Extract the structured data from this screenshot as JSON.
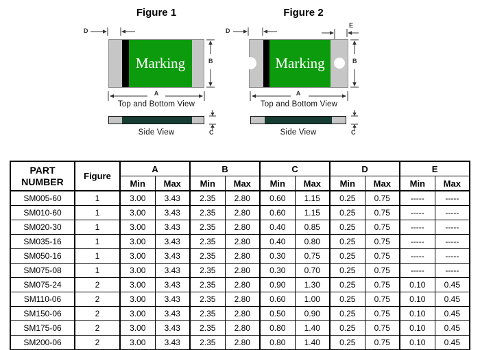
{
  "figures": [
    {
      "title": "Figure 1",
      "marking": "Marking",
      "top_view_label": "Top and Bottom View",
      "side_view_label": "Side View",
      "dim_labels": {
        "a": "A",
        "b": "B",
        "c": "C",
        "d": "D"
      }
    },
    {
      "title": "Figure 2",
      "marking": "Marking",
      "top_view_label": "Top and Bottom View",
      "side_view_label": "Side View",
      "dim_labels": {
        "a": "A",
        "b": "B",
        "c": "C",
        "d": "D",
        "e": "E"
      }
    }
  ],
  "colors": {
    "body_green": "#0c9b0c",
    "cap_gray": "#c6c6c6",
    "stripe_black": "#000000",
    "side_view_dark": "#173d33",
    "table_border": "#000000"
  },
  "table": {
    "part_header": "PART NUMBER",
    "figure_header": "Figure",
    "groups": [
      "A",
      "B",
      "C",
      "D",
      "E"
    ],
    "min_label": "Min",
    "max_label": "Max",
    "empty_value": "-----",
    "rows": [
      {
        "part": "SM005-60",
        "figure": "1",
        "values": [
          "3.00",
          "3.43",
          "2.35",
          "2.80",
          "0.60",
          "1.15",
          "0.25",
          "0.75",
          "-----",
          "-----"
        ]
      },
      {
        "part": "SM010-60",
        "figure": "1",
        "values": [
          "3.00",
          "3.43",
          "2.35",
          "2.80",
          "0.60",
          "1.15",
          "0.25",
          "0.75",
          "-----",
          "-----"
        ]
      },
      {
        "part": "SM020-30",
        "figure": "1",
        "values": [
          "3.00",
          "3.43",
          "2.35",
          "2.80",
          "0.40",
          "0.85",
          "0.25",
          "0.75",
          "-----",
          "-----"
        ]
      },
      {
        "part": "SM035-16",
        "figure": "1",
        "values": [
          "3.00",
          "3.43",
          "2.35",
          "2.80",
          "0.40",
          "0.80",
          "0.25",
          "0.75",
          "-----",
          "-----"
        ]
      },
      {
        "part": "SM050-16",
        "figure": "1",
        "values": [
          "3.00",
          "3.43",
          "2.35",
          "2.80",
          "0.30",
          "0.75",
          "0.25",
          "0.75",
          "-----",
          "-----"
        ]
      },
      {
        "part": "SM075-08",
        "figure": "1",
        "values": [
          "3.00",
          "3.43",
          "2.35",
          "2.80",
          "0.30",
          "0.70",
          "0.25",
          "0.75",
          "-----",
          "-----"
        ]
      },
      {
        "part": "SM075-24",
        "figure": "2",
        "values": [
          "3.00",
          "3.43",
          "2.35",
          "2.80",
          "0.90",
          "1.30",
          "0.25",
          "0.75",
          "0.10",
          "0.45"
        ]
      },
      {
        "part": "SM110-06",
        "figure": "2",
        "values": [
          "3.00",
          "3.43",
          "2.35",
          "2.80",
          "0.60",
          "1.00",
          "0.25",
          "0.75",
          "0.10",
          "0.45"
        ]
      },
      {
        "part": "SM150-06",
        "figure": "2",
        "values": [
          "3.00",
          "3.43",
          "2.35",
          "2.80",
          "0.50",
          "0.90",
          "0.25",
          "0.75",
          "0.10",
          "0.45"
        ]
      },
      {
        "part": "SM175-06",
        "figure": "2",
        "values": [
          "3.00",
          "3.43",
          "2.35",
          "2.80",
          "0.80",
          "1.40",
          "0.25",
          "0.75",
          "0.10",
          "0.45"
        ]
      },
      {
        "part": "SM200-06",
        "figure": "2",
        "values": [
          "3.00",
          "3.43",
          "2.35",
          "2.80",
          "0.80",
          "1.40",
          "0.25",
          "0.75",
          "0.10",
          "0.45"
        ]
      }
    ]
  }
}
